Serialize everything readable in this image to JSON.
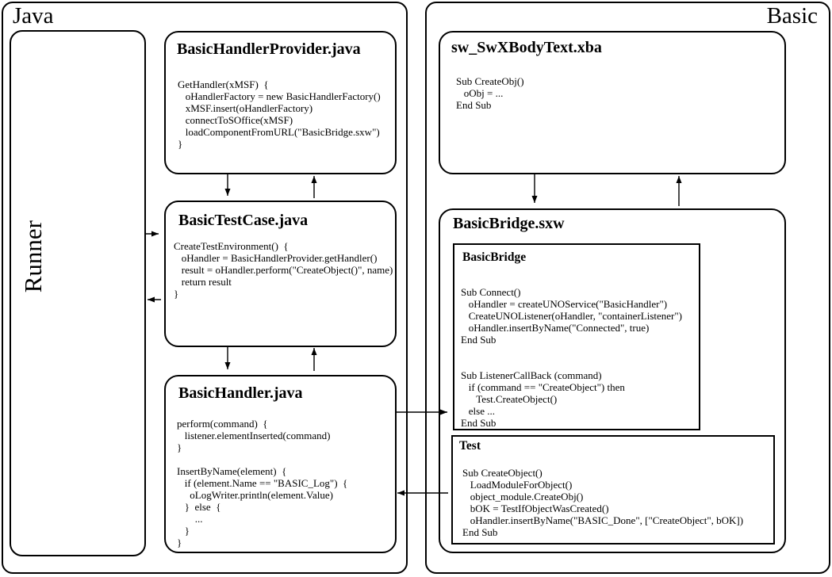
{
  "diagram": {
    "colors": {
      "line": "#000000",
      "background": "#ffffff"
    },
    "java_panel": {
      "title": "Java",
      "runner": {
        "label": "Runner"
      },
      "handler_provider": {
        "title": "BasicHandlerProvider.java",
        "code_lines": [
          "GetHandler(xMSF)  {",
          "   oHandlerFactory = new BasicHandlerFactory()",
          "   xMSF.insert(oHandlerFactory)",
          "   connectToSOffice(xMSF)",
          "   loadComponentFromURL(\"BasicBridge.sxw\")",
          "}"
        ]
      },
      "test_case": {
        "title": "BasicTestCase.java",
        "code_lines": [
          "CreateTestEnvironment()  {",
          "   oHandler = BasicHandlerProvider.getHandler()",
          "   result = oHandler.perform(\"CreateObject()\", name)",
          "   return result",
          "}"
        ]
      },
      "handler": {
        "title": "BasicHandler.java",
        "code_lines": [
          "perform(command)  {",
          "   listener.elementInserted(command)",
          "}",
          "",
          "InsertByName(element)  {",
          "   if (element.Name == \"BASIC_Log\")  {",
          "     oLogWriter.println(element.Value)",
          "   }  else  {",
          "       ...",
          "   }",
          "}"
        ]
      }
    },
    "basic_panel": {
      "title": "Basic",
      "swx_body_text": {
        "title": "sw_SwXBodyText.xba",
        "code_lines": [
          "Sub CreateObj()",
          "   oObj = ...",
          "End Sub"
        ]
      },
      "bridge_doc": {
        "title": "BasicBridge.sxw",
        "bridge_module": {
          "title": "BasicBridge",
          "code_lines": [
            "Sub Connect()",
            "   oHandler = createUNOService(\"BasicHandler\")",
            "   CreateUNOListener(oHandler, \"containerListener\")",
            "   oHandler.insertByName(\"Connected\", true)",
            "End Sub",
            "",
            "",
            "Sub ListenerCallBack (command)",
            "   if (command == \"CreateObject\") then",
            "      Test.CreateObject()",
            "   else ...",
            "End Sub"
          ]
        },
        "test_module": {
          "title": "Test",
          "code_lines": [
            "Sub CreateObject()",
            "   LoadModuleForObject()",
            "   object_module.CreateObj()",
            "   bOK = TestIfObjectWasCreated()",
            "   oHandler.insertByName(\"BASIC_Done\", [\"CreateObject\", bOK])",
            "End Sub"
          ]
        }
      }
    }
  }
}
